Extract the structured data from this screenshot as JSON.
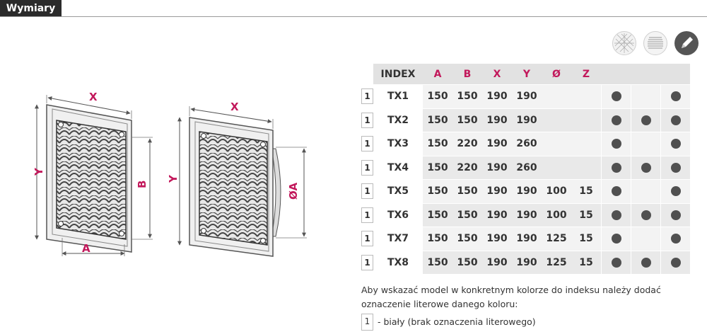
{
  "header": {
    "title": "Wymiary"
  },
  "drawing": {
    "labels": {
      "x1": "X",
      "y1": "Y",
      "b": "B",
      "a": "A",
      "x2": "X",
      "y2": "Y",
      "oa": "ØA"
    }
  },
  "icons": [
    "mesh-icon",
    "louver-icon",
    "pencil-icon"
  ],
  "table": {
    "headers": [
      "INDEX",
      "A",
      "B",
      "X",
      "Y",
      "Ø",
      "Z"
    ],
    "rows": [
      {
        "box": "1",
        "index": "TX1",
        "a": "150",
        "b": "150",
        "x": "190",
        "y": "190",
        "d": "",
        "z": "",
        "c1": true,
        "c2": false,
        "c3": true
      },
      {
        "box": "1",
        "index": "TX2",
        "a": "150",
        "b": "150",
        "x": "190",
        "y": "190",
        "d": "",
        "z": "",
        "c1": true,
        "c2": true,
        "c3": true
      },
      {
        "box": "1",
        "index": "TX3",
        "a": "150",
        "b": "220",
        "x": "190",
        "y": "260",
        "d": "",
        "z": "",
        "c1": true,
        "c2": false,
        "c3": true
      },
      {
        "box": "1",
        "index": "TX4",
        "a": "150",
        "b": "220",
        "x": "190",
        "y": "260",
        "d": "",
        "z": "",
        "c1": true,
        "c2": true,
        "c3": true
      },
      {
        "box": "1",
        "index": "TX5",
        "a": "150",
        "b": "150",
        "x": "190",
        "y": "190",
        "d": "100",
        "z": "15",
        "c1": true,
        "c2": false,
        "c3": true
      },
      {
        "box": "1",
        "index": "TX6",
        "a": "150",
        "b": "150",
        "x": "190",
        "y": "190",
        "d": "100",
        "z": "15",
        "c1": true,
        "c2": true,
        "c3": true
      },
      {
        "box": "1",
        "index": "TX7",
        "a": "150",
        "b": "150",
        "x": "190",
        "y": "190",
        "d": "125",
        "z": "15",
        "c1": true,
        "c2": false,
        "c3": true
      },
      {
        "box": "1",
        "index": "TX8",
        "a": "150",
        "b": "150",
        "x": "190",
        "y": "190",
        "d": "125",
        "z": "15",
        "c1": true,
        "c2": true,
        "c3": true
      }
    ]
  },
  "note": {
    "text": "Aby wskazać model w konkretnym kolorze do indeksu należy dodać oznaczenie literowe danego koloru:"
  },
  "legend": {
    "box": "1",
    "text": "- biały (brak oznaczenia literowego)"
  },
  "colors": {
    "accent": "#c2185b",
    "header_bg": "#2b2b2b",
    "dot": "#505050"
  }
}
